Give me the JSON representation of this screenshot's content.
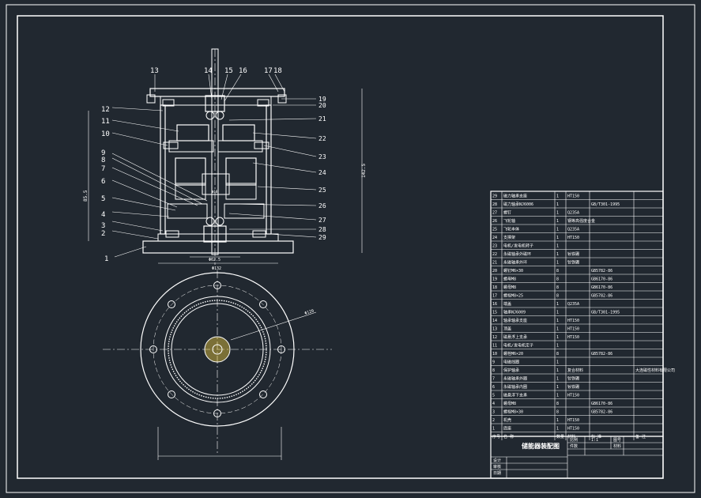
{
  "section": {
    "callouts": [
      "1",
      "2",
      "3",
      "4",
      "5",
      "6",
      "7",
      "8",
      "9",
      "10",
      "11",
      "12",
      "13",
      "14",
      "15",
      "16",
      "17",
      "18",
      "19",
      "20",
      "21",
      "22",
      "23",
      "24",
      "25",
      "26",
      "27",
      "28",
      "29"
    ],
    "dims": {
      "overall_height": "142.5",
      "left_height": "85.5",
      "inner_width": "Φ62.5",
      "base_width": "Φ132",
      "flange_dim": "Φ120",
      "small_mark": "Φ18"
    }
  },
  "bom": {
    "rows": [
      {
        "no": "29",
        "name": "磁力轴承支座",
        "qty": "1",
        "mat": "HT150",
        "std": "",
        "note": ""
      },
      {
        "no": "28",
        "name": "磁力轴承NJ6006",
        "qty": "1",
        "mat": "",
        "std": "GB/T301-1995",
        "note": ""
      },
      {
        "no": "27",
        "name": "螺钉",
        "qty": "1",
        "mat": "Q235A",
        "std": "",
        "note": ""
      },
      {
        "no": "26",
        "name": "飞轮轴",
        "qty": "1",
        "mat": "钢等高强度合金",
        "std": "",
        "note": ""
      },
      {
        "no": "25",
        "name": "飞轮本体",
        "qty": "1",
        "mat": "Q235A",
        "std": "",
        "note": ""
      },
      {
        "no": "24",
        "name": "支撑架",
        "qty": "1",
        "mat": "HT150",
        "std": "",
        "note": ""
      },
      {
        "no": "23",
        "name": "电机/发电机转子",
        "qty": "1",
        "mat": "",
        "std": "",
        "note": ""
      },
      {
        "no": "22",
        "name": "永磁轴承外磁环",
        "qty": "1",
        "mat": "钕铁硼",
        "std": "",
        "note": ""
      },
      {
        "no": "21",
        "name": "永磁轴承外环",
        "qty": "1",
        "mat": "钕铁硼",
        "std": "",
        "note": ""
      },
      {
        "no": "20",
        "name": "螺钉M6×30",
        "qty": "8",
        "mat": "",
        "std": "GB5782-86",
        "note": ""
      },
      {
        "no": "19",
        "name": "螺母M8",
        "qty": "8",
        "mat": "",
        "std": "GB6170-86",
        "note": ""
      },
      {
        "no": "18",
        "name": "螺母M8",
        "qty": "8",
        "mat": "",
        "std": "GB6170-86",
        "note": ""
      },
      {
        "no": "17",
        "name": "螺栓M8×25",
        "qty": "8",
        "mat": "",
        "std": "GB5782-86",
        "note": ""
      },
      {
        "no": "16",
        "name": "端盖",
        "qty": "1",
        "mat": "Q235A",
        "std": "",
        "note": ""
      },
      {
        "no": "15",
        "name": "轴承NJ6009",
        "qty": "1",
        "mat": "",
        "std": "GB/T301-1995",
        "note": ""
      },
      {
        "no": "14",
        "name": "轴承轴承支座",
        "qty": "1",
        "mat": "HT150",
        "std": "",
        "note": ""
      },
      {
        "no": "13",
        "name": "顶盖",
        "qty": "1",
        "mat": "HT150",
        "std": "",
        "note": ""
      },
      {
        "no": "12",
        "name": "磁悬浮上支承",
        "qty": "1",
        "mat": "HT150",
        "std": "",
        "note": ""
      },
      {
        "no": "11",
        "name": "电机/发电机定子",
        "qty": "1",
        "mat": "",
        "std": "",
        "note": ""
      },
      {
        "no": "10",
        "name": "螺栓M6×20",
        "qty": "8",
        "mat": "",
        "std": "GB5782-86",
        "note": ""
      },
      {
        "no": "9",
        "name": "电磁线圈",
        "qty": "1",
        "mat": "",
        "std": "",
        "note": ""
      },
      {
        "no": "8",
        "name": "保护轴承",
        "qty": "1",
        "mat": "复合材料",
        "std": "",
        "note": "大连磁性材料有限公司"
      },
      {
        "no": "7",
        "name": "永磁轴承外圈",
        "qty": "1",
        "mat": "钕铁硼",
        "std": "",
        "note": ""
      },
      {
        "no": "6",
        "name": "永磁轴承内圈",
        "qty": "1",
        "mat": "钕铁硼",
        "std": "",
        "note": ""
      },
      {
        "no": "5",
        "name": "磁悬浮下支承",
        "qty": "1",
        "mat": "HT150",
        "std": "",
        "note": ""
      },
      {
        "no": "4",
        "name": "螺母M8",
        "qty": "8",
        "mat": "",
        "std": "GB6170-86",
        "note": ""
      },
      {
        "no": "3",
        "name": "螺栓M8×30",
        "qty": "8",
        "mat": "",
        "std": "GB5782-86",
        "note": ""
      },
      {
        "no": "2",
        "name": "机壳",
        "qty": "1",
        "mat": "HT150",
        "std": "",
        "note": ""
      },
      {
        "no": "1",
        "name": "底座",
        "qty": "1",
        "mat": "HT150",
        "std": "",
        "note": ""
      }
    ],
    "header": {
      "no": "序号",
      "name": "名    称",
      "qty": "数量",
      "mat": "材料",
      "std": "标    准",
      "note": "备  注"
    }
  },
  "title_block": {
    "title": "储能器装配图",
    "ratio_label": "比例",
    "ratio_value": "1:1",
    "drawing_no_label": "图号",
    "material_label": "材料",
    "sheet_label": "件数",
    "designer_label": "设计",
    "checker_label": "审核",
    "approve_label": "日期"
  },
  "colors": {
    "background": "#212830",
    "line": "#ffffff",
    "hatch": "#e8c840"
  }
}
